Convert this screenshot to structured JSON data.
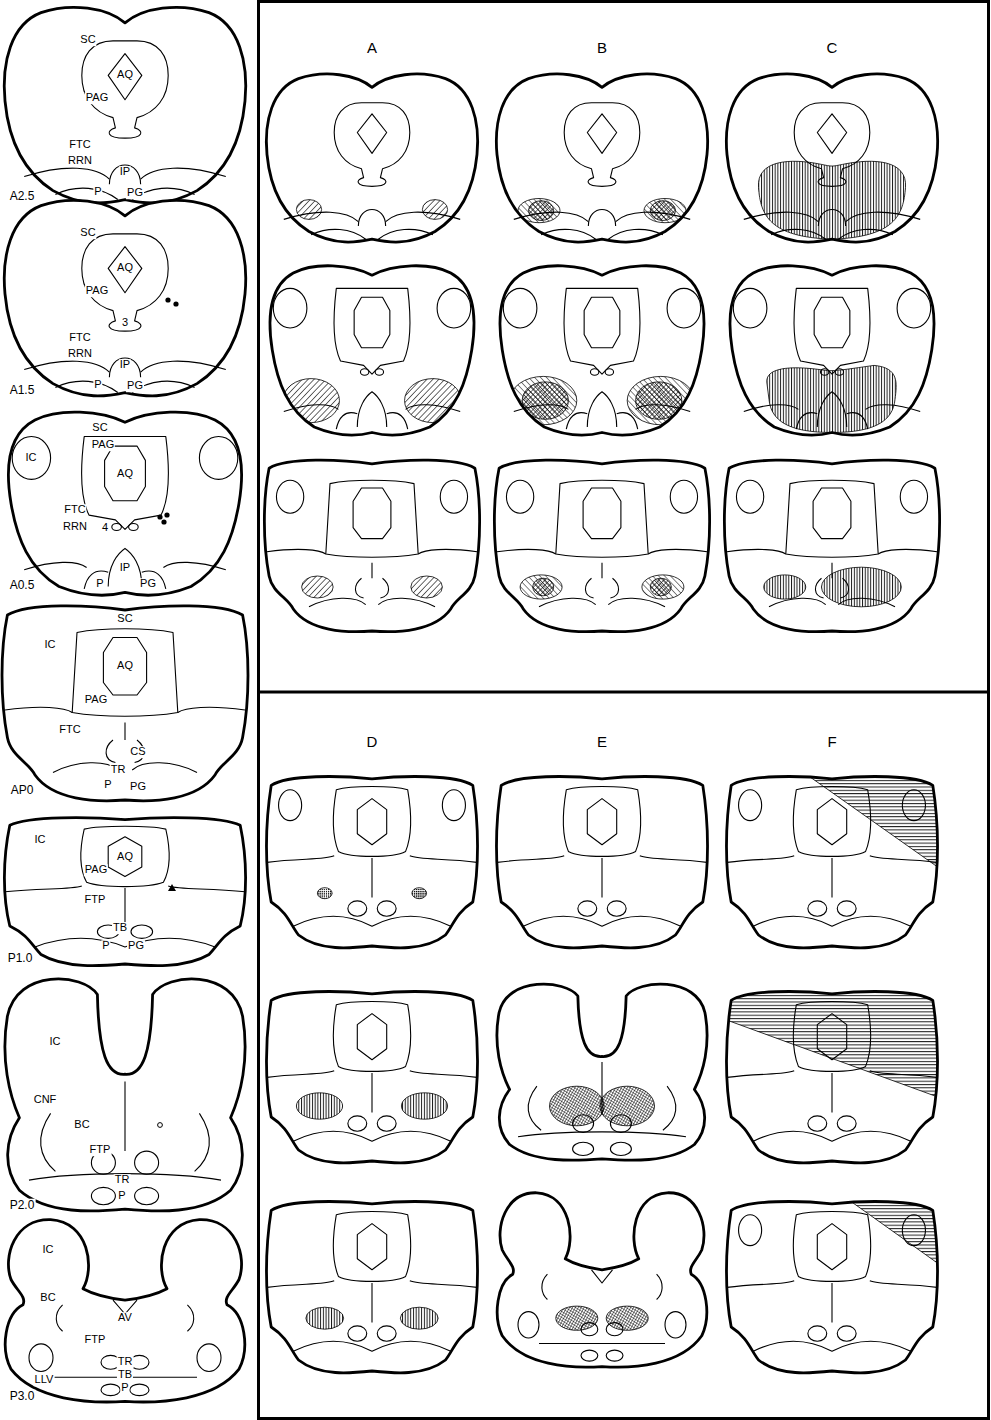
{
  "diagram": {
    "labels": [
      "SC",
      "PAG",
      "AQ",
      "FTC",
      "RRN",
      "IP",
      "P",
      "PG",
      "A2.5",
      "SC",
      "PAG",
      "AQ",
      "3",
      "FTC",
      "RRN",
      "IP",
      "P",
      "PG",
      "A1.5",
      "SC",
      "IC",
      "PAG",
      "AQ",
      "4",
      "FTC",
      "RRN",
      "IP",
      "P",
      "PG",
      "A0.5",
      "SC",
      "IC",
      "AQ",
      "PAG",
      "FTC",
      "CS",
      "TR",
      "P",
      "PG",
      "AP0",
      "IC",
      "PAG",
      "AQ",
      "FTP",
      "TB",
      "P",
      "PG",
      "P1.0",
      "IC",
      "CNF",
      "BC",
      "FTP",
      "TR",
      "P",
      "P2.0",
      "IC",
      "BC",
      "AV",
      "FTP",
      "LLV",
      "TR",
      "TB",
      "P",
      "P3.0",
      "A",
      "B",
      "C",
      "D",
      "E",
      "F"
    ]
  }
}
